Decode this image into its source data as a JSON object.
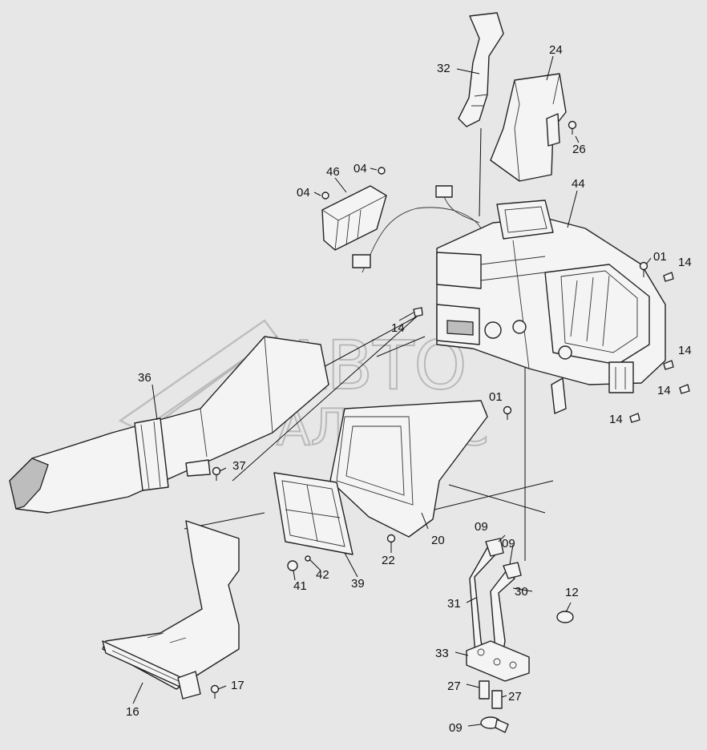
{
  "watermark": {
    "line1": "АВТО",
    "line2": "АЛЬЯНС"
  },
  "callouts": {
    "c32": "32",
    "c24": "24",
    "c26": "26",
    "c46": "46",
    "c04a": "04",
    "c04b": "04",
    "c44": "44",
    "c01a": "01",
    "c14a": "14",
    "c14b": "14",
    "c14c": "14",
    "c14d": "14",
    "c14e": "14",
    "c01b": "01",
    "c36": "36",
    "c37": "37",
    "c20": "20",
    "c22": "22",
    "c09a": "09",
    "c09b": "09",
    "c30": "30",
    "c31": "31",
    "c12": "12",
    "c41": "41",
    "c42": "42",
    "c39": "39",
    "c33": "33",
    "c27a": "27",
    "c27b": "27",
    "c09c": "09",
    "c17": "17",
    "c16": "16"
  }
}
